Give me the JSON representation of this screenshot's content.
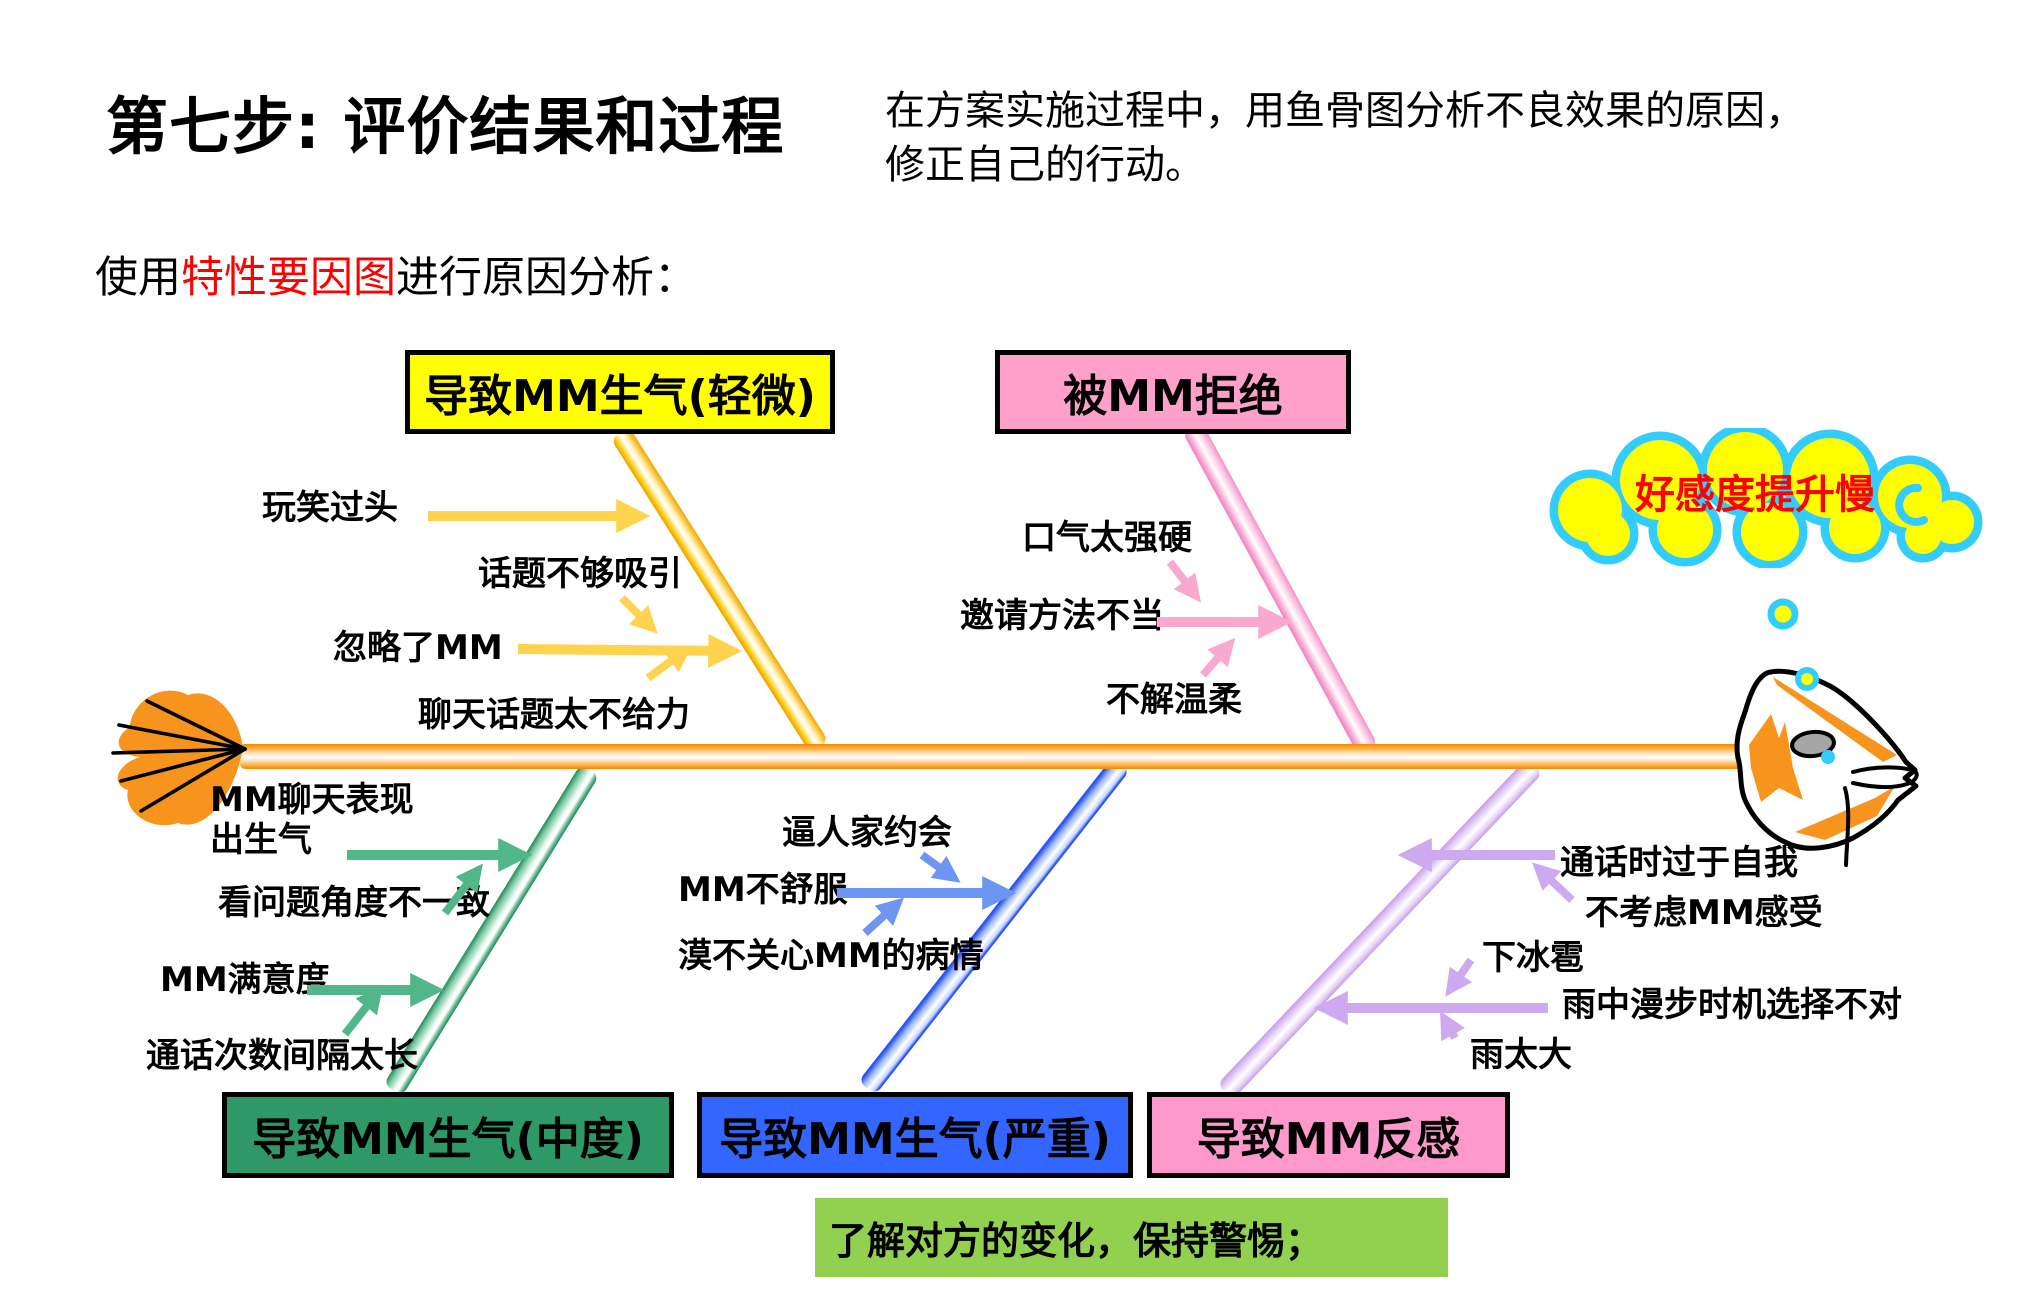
{
  "slide": {
    "title": "第七步: 评价结果和过程",
    "subtitle_line1": "在方案实施过程中，用鱼骨图分析不良效果的原因，",
    "subtitle_line2": "修正自己的行动。",
    "intro": {
      "prefix": "使用",
      "highlight": "特性要因图",
      "suffix": "进行原因分析：",
      "highlight_color": "#FF0000"
    }
  },
  "diagram": {
    "type": "fishbone",
    "spine_color": "#F08A00",
    "head_icon": "fish-head",
    "tail_icon": "fish-tail",
    "cloud": {
      "label": "好感度提升慢",
      "fill": "#FFFF00",
      "border_color": "#33CCFF",
      "text_color": "#FF0000"
    },
    "categories": {
      "mild": {
        "label": "导致MM生气(轻微)",
        "color": "#FFFF00",
        "position": "top-left",
        "causes": [
          "玩笑过头",
          "话题不够吸引",
          "忽略了MM",
          "聊天话题太不给力"
        ]
      },
      "rejected": {
        "label": "被MM拒绝",
        "color": "#FFA0CB",
        "position": "top-right",
        "causes": [
          "口气太强硬",
          "邀请方法不当",
          "不解温柔"
        ]
      },
      "moderate": {
        "label": "导致MM生气(中度)",
        "color": "#2E9966",
        "position": "bottom-left",
        "causes": [
          "MM聊天表现出生气",
          "看问题角度不一致",
          "MM满意度",
          "通话次数间隔太长"
        ]
      },
      "severe": {
        "label": "导致MM生气(严重)",
        "color": "#3366FF",
        "position": "bottom-middle",
        "causes": [
          "逼人家约会",
          "MM不舒服",
          "漠不关心MM的病情"
        ]
      },
      "disgust": {
        "label": "导致MM反感",
        "color": "#FF99CC",
        "position": "bottom-right",
        "causes": [
          "通话时过于自我",
          "不考虑MM感受",
          "下冰雹",
          "雨中漫步时机选择不对",
          "雨太大"
        ]
      }
    },
    "note": {
      "label": "了解对方的变化，保持警惕；",
      "bg": "#92D050"
    },
    "arrow_colors": {
      "mild": "#FFD34D",
      "rejected": "#F9A8D0",
      "moderate": "#52B788",
      "severe": "#6D96F2",
      "disgust": "#CDA9F0"
    }
  }
}
